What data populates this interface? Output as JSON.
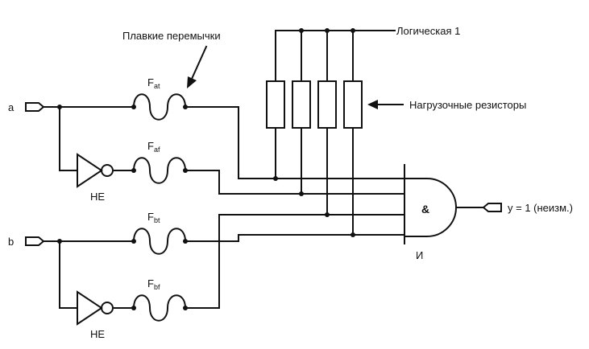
{
  "inputs": {
    "a": "a",
    "b": "b"
  },
  "callouts": {
    "fuses": "Плавкие перемычки",
    "logic_one": "Логическая 1",
    "load_resistors": "Нагрузочные резисторы"
  },
  "fuses": [
    {
      "main": "F",
      "sub": "at"
    },
    {
      "main": "F",
      "sub": "af"
    },
    {
      "main": "F",
      "sub": "bt"
    },
    {
      "main": "F",
      "sub": "bf"
    }
  ],
  "inverters": {
    "label_a": "НЕ",
    "label_b": "НЕ"
  },
  "and_gate": {
    "symbol": "&",
    "label": "И"
  },
  "output": {
    "label": "y = 1 (неизм.)"
  },
  "colors": {
    "ink": "#111111",
    "background": "#ffffff"
  }
}
